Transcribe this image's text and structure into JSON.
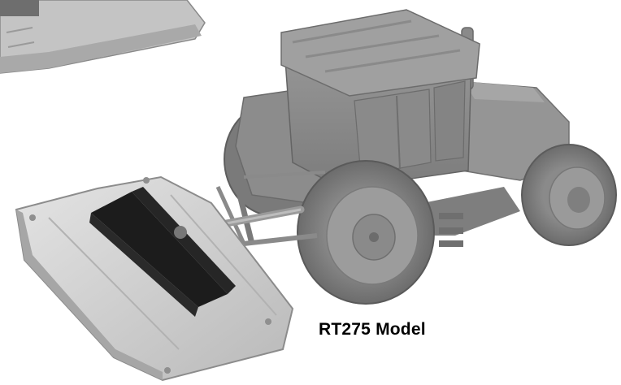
{
  "caption": "RT275 Model",
  "illustration": {
    "subject": "tractor-with-rear-mounted-rotary-mower-deck",
    "style": "greyscale-3d-render"
  },
  "colors": {
    "background": "#ffffff",
    "caption_text": "#000000",
    "body_grey": "#8d8d8d",
    "deck_grey": "#c9c9c9",
    "gearbox_black": "#1c1c1c"
  }
}
